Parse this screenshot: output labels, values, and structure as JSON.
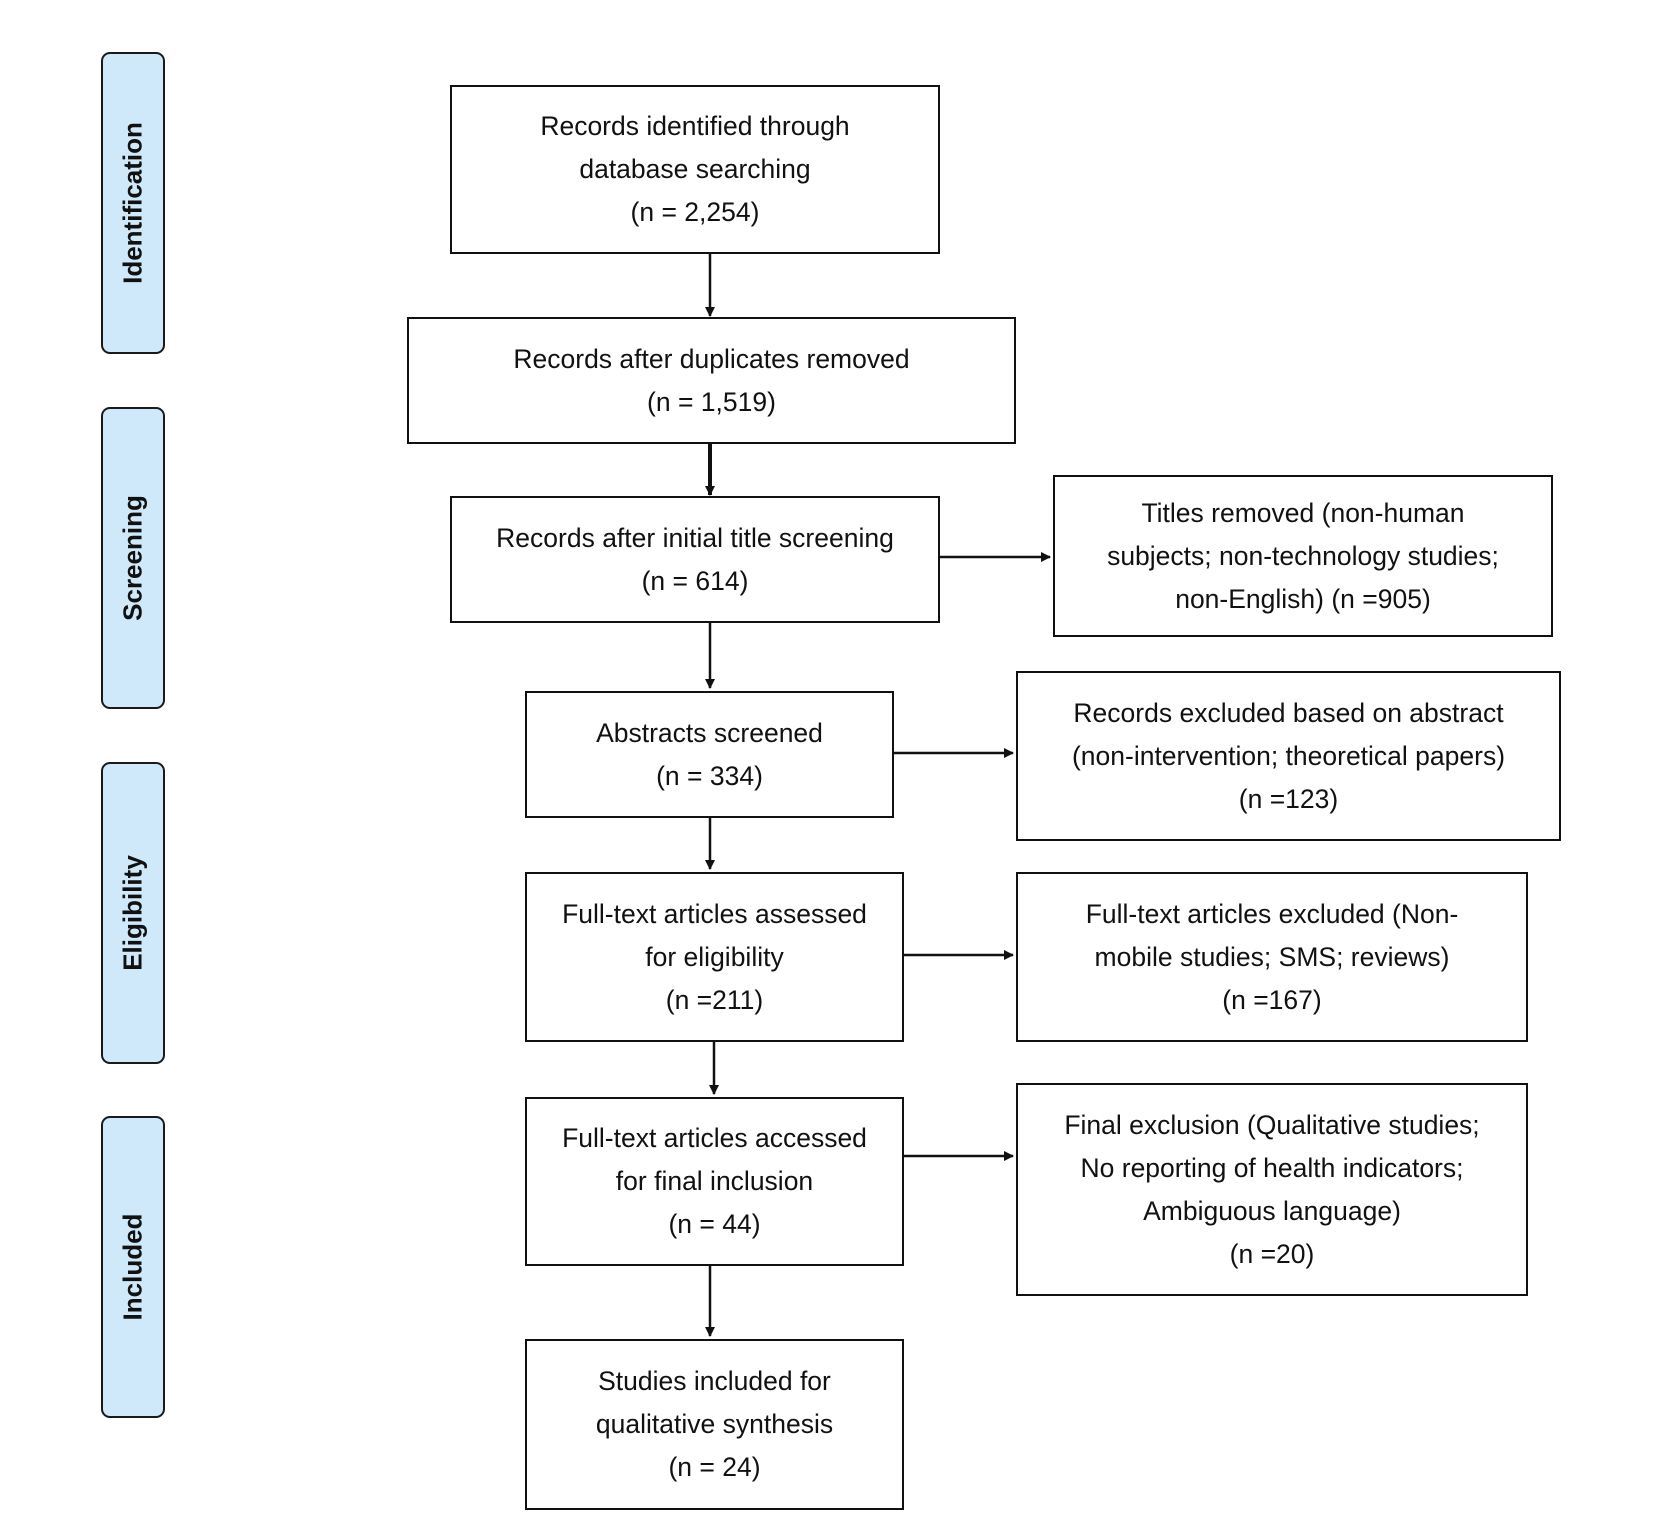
{
  "stages": [
    {
      "id": "identification",
      "label": "Identification"
    },
    {
      "id": "screening",
      "label": "Screening"
    },
    {
      "id": "eligibility",
      "label": "Eligibility"
    },
    {
      "id": "included",
      "label": "Included"
    }
  ],
  "boxes": {
    "records_identified": {
      "lines": [
        "Records identified through",
        "database searching",
        "(n = 2,254)"
      ]
    },
    "duplicates_removed": {
      "lines": [
        "Records after duplicates removed",
        "(n = 1,519)"
      ]
    },
    "title_screening": {
      "lines": [
        "Records after initial title screening",
        "(n = 614)"
      ]
    },
    "titles_removed": {
      "lines": [
        "Titles removed (non-human",
        "subjects; non-technology studies;",
        "non-English) (n =905)"
      ]
    },
    "abstracts_screened": {
      "lines": [
        "Abstracts screened",
        "(n = 334)"
      ]
    },
    "abstract_excluded": {
      "lines": [
        "Records excluded based on abstract",
        "(non-intervention; theoretical papers)",
        "(n =123)"
      ]
    },
    "fulltext_assessed": {
      "lines": [
        "Full-text articles assessed",
        "for eligibility",
        "(n =211)"
      ]
    },
    "fulltext_excluded": {
      "lines": [
        "Full-text articles excluded (Non-",
        "mobile studies; SMS; reviews)",
        "(n =167)"
      ]
    },
    "final_inclusion": {
      "lines": [
        "Full-text articles accessed",
        "for final inclusion",
        "(n = 44)"
      ]
    },
    "final_exclusion": {
      "lines": [
        "Final exclusion (Qualitative studies;",
        "No reporting of health indicators;",
        "Ambiguous language)",
        "(n =20)"
      ]
    },
    "studies_included": {
      "lines": [
        "Studies included for",
        "qualitative synthesis",
        "(n = 24)"
      ]
    }
  }
}
